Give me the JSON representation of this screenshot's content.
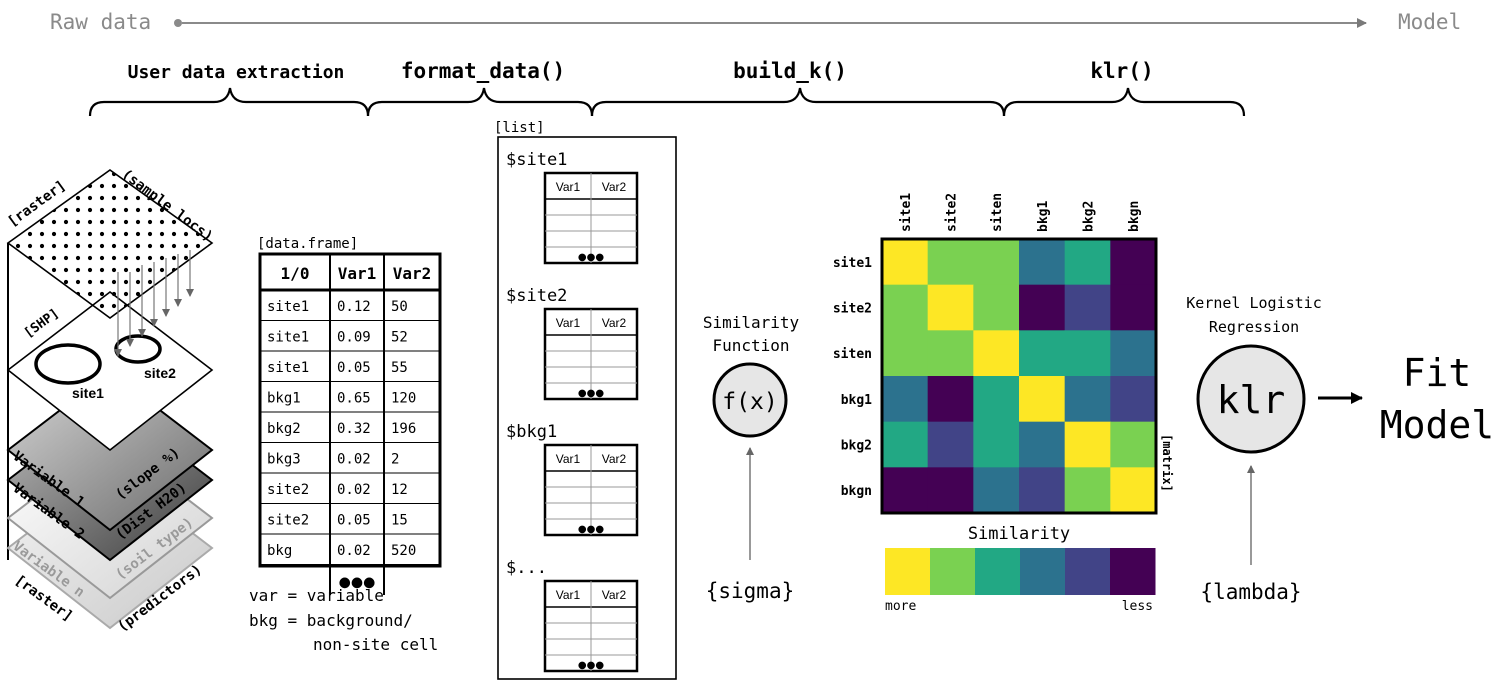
{
  "pipeline": {
    "start": "Raw data",
    "end": "Model"
  },
  "stages": {
    "extraction": "User data extraction",
    "format": "format_data()",
    "build": "build_k()",
    "klr": "klr()"
  },
  "layers": {
    "raster_label": "[raster]",
    "sample_locs": "(sample locs)",
    "shp_label": "[SHP]",
    "site1": "site1",
    "site2": "site2",
    "var1": "Variable 1",
    "var1_desc": "(slope %)",
    "var2": "Variable 2",
    "var2_desc": "(Dist H20)",
    "varn": "Variable n",
    "varn_desc": "(soil type)",
    "raster_bottom": "[raster]",
    "predictors": "(predictors)"
  },
  "dataframe": {
    "caption": "[data.frame]",
    "headers": [
      "1/0",
      "Var1",
      "Var2"
    ],
    "rows": [
      [
        "site1",
        "0.12",
        "50"
      ],
      [
        "site1",
        "0.09",
        "52"
      ],
      [
        "site1",
        "0.05",
        "55"
      ],
      [
        "bkg1",
        "0.65",
        "120"
      ],
      [
        "bkg2",
        "0.32",
        "196"
      ],
      [
        "bkg3",
        "0.02",
        "2"
      ],
      [
        "site2",
        "0.02",
        "12"
      ],
      [
        "site2",
        "0.05",
        "15"
      ],
      [
        "bkg",
        "0.02",
        "520"
      ]
    ],
    "ellipsis": "●●●",
    "legend": [
      "var = variable",
      "bkg = background/",
      "non-site cell"
    ]
  },
  "list_panel": {
    "caption": "[list]",
    "items": [
      "$site1",
      "$site2",
      "$bkg1",
      "$..."
    ],
    "col1": "Var1",
    "col2": "Var2",
    "ellipsis": "●●●"
  },
  "similarity_fn": {
    "title_line1": "Similarity",
    "title_line2": "Function",
    "symbol": "f(x)",
    "param": "{sigma}"
  },
  "matrix": {
    "labels": [
      "site1",
      "site2",
      "siten",
      "bkg1",
      "bkg2",
      "bkgn"
    ],
    "caption": "[matrix]",
    "cells": [
      [
        "#fde725",
        "#7ad151",
        "#7ad151",
        "#2c728e",
        "#22a884",
        "#440154"
      ],
      [
        "#7ad151",
        "#fde725",
        "#7ad151",
        "#440154",
        "#414487",
        "#440154"
      ],
      [
        "#7ad151",
        "#7ad151",
        "#fde725",
        "#22a884",
        "#22a884",
        "#2c728e"
      ],
      [
        "#2c728e",
        "#440154",
        "#22a884",
        "#fde725",
        "#2c728e",
        "#414487"
      ],
      [
        "#22a884",
        "#414487",
        "#22a884",
        "#2c728e",
        "#fde725",
        "#7ad151"
      ],
      [
        "#440154",
        "#440154",
        "#2c728e",
        "#414487",
        "#7ad151",
        "#fde725"
      ]
    ]
  },
  "colorbar": {
    "title": "Similarity",
    "colors": [
      "#fde725",
      "#7ad151",
      "#22a884",
      "#2c728e",
      "#414487",
      "#440154"
    ],
    "more": "more",
    "less": "less"
  },
  "klr_model": {
    "title_line1": "Kernel Logistic",
    "title_line2": "Regression",
    "symbol": "klr",
    "param": "{lambda}"
  },
  "fit_model": {
    "line1": "Fit",
    "line2": "Model"
  }
}
